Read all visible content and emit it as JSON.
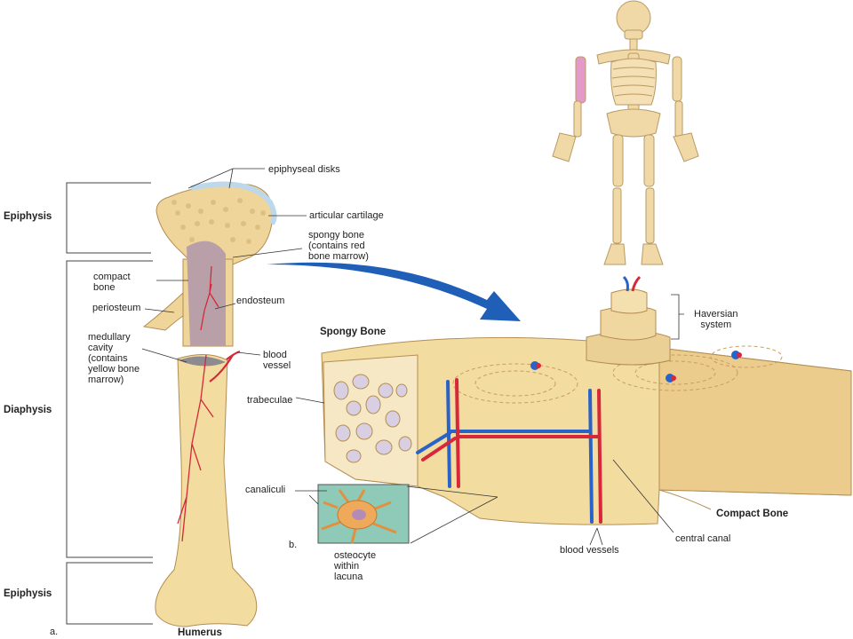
{
  "regions": {
    "epiphysis_top": "Epiphysis",
    "diaphysis": "Diaphysis",
    "epiphysis_bottom": "Epiphysis"
  },
  "panel_labels": {
    "a": "a.",
    "b": "b."
  },
  "bone_title": "Humerus",
  "section_titles": {
    "spongy": "Spongy Bone",
    "compact": "Compact Bone"
  },
  "labels": {
    "epiphyseal_disks": "epiphyseal disks",
    "articular_cartilage": "articular cartilage",
    "spongy_bone": "spongy bone\n(contains red\nbone marrow)",
    "compact_bone": "compact\nbone",
    "endosteum": "endosteum",
    "periosteum": "periosteum",
    "medullary_cavity": "medullary\ncavity\n(contains\nyellow bone\nmarrow)",
    "blood_vessel": "blood\nvessel",
    "trabeculae": "trabeculae",
    "canaliculi": "canaliculi",
    "osteocyte": "osteocyte\nwithin\nlacuna",
    "haversian": "Haversian\nsystem",
    "blood_vessels": "blood vessels",
    "central_canal": "central canal"
  },
  "colors": {
    "bone": "#f2dca0",
    "bone_dark": "#d9b877",
    "marrow": "#b9a0a8",
    "cartilage": "#bcd8ea",
    "artery": "#d6283a",
    "vein": "#2a63c8",
    "arrow": "#1f5fb8",
    "highlight": "#e39acb",
    "osteocyte_bg": "#8fcab8"
  }
}
